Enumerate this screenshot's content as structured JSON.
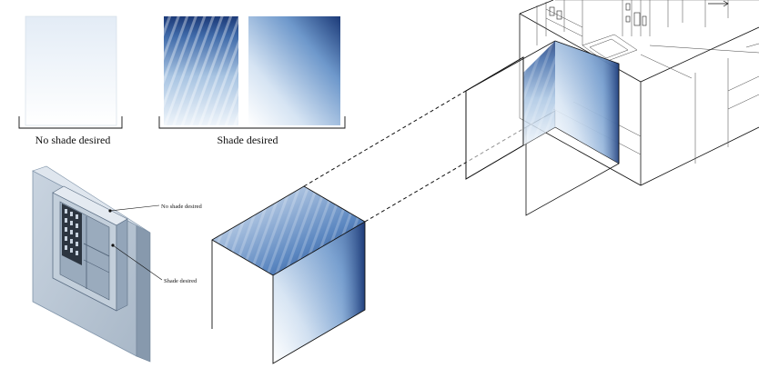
{
  "labels": {
    "no_shade": "No shade desired",
    "shade": "Shade desired",
    "callout_no_shade": "No shade desired",
    "callout_shade": "Shade desired"
  },
  "colors": {
    "shade_dark": "#1c3a78",
    "shade_mid": "#5f8cc4",
    "shade_light": "#d9e7f5",
    "wall": "#bfcbd8",
    "wall_dark": "#7f93a8",
    "line": "#111111"
  },
  "icons": {
    "window_model": "window-wall-model-icon"
  }
}
